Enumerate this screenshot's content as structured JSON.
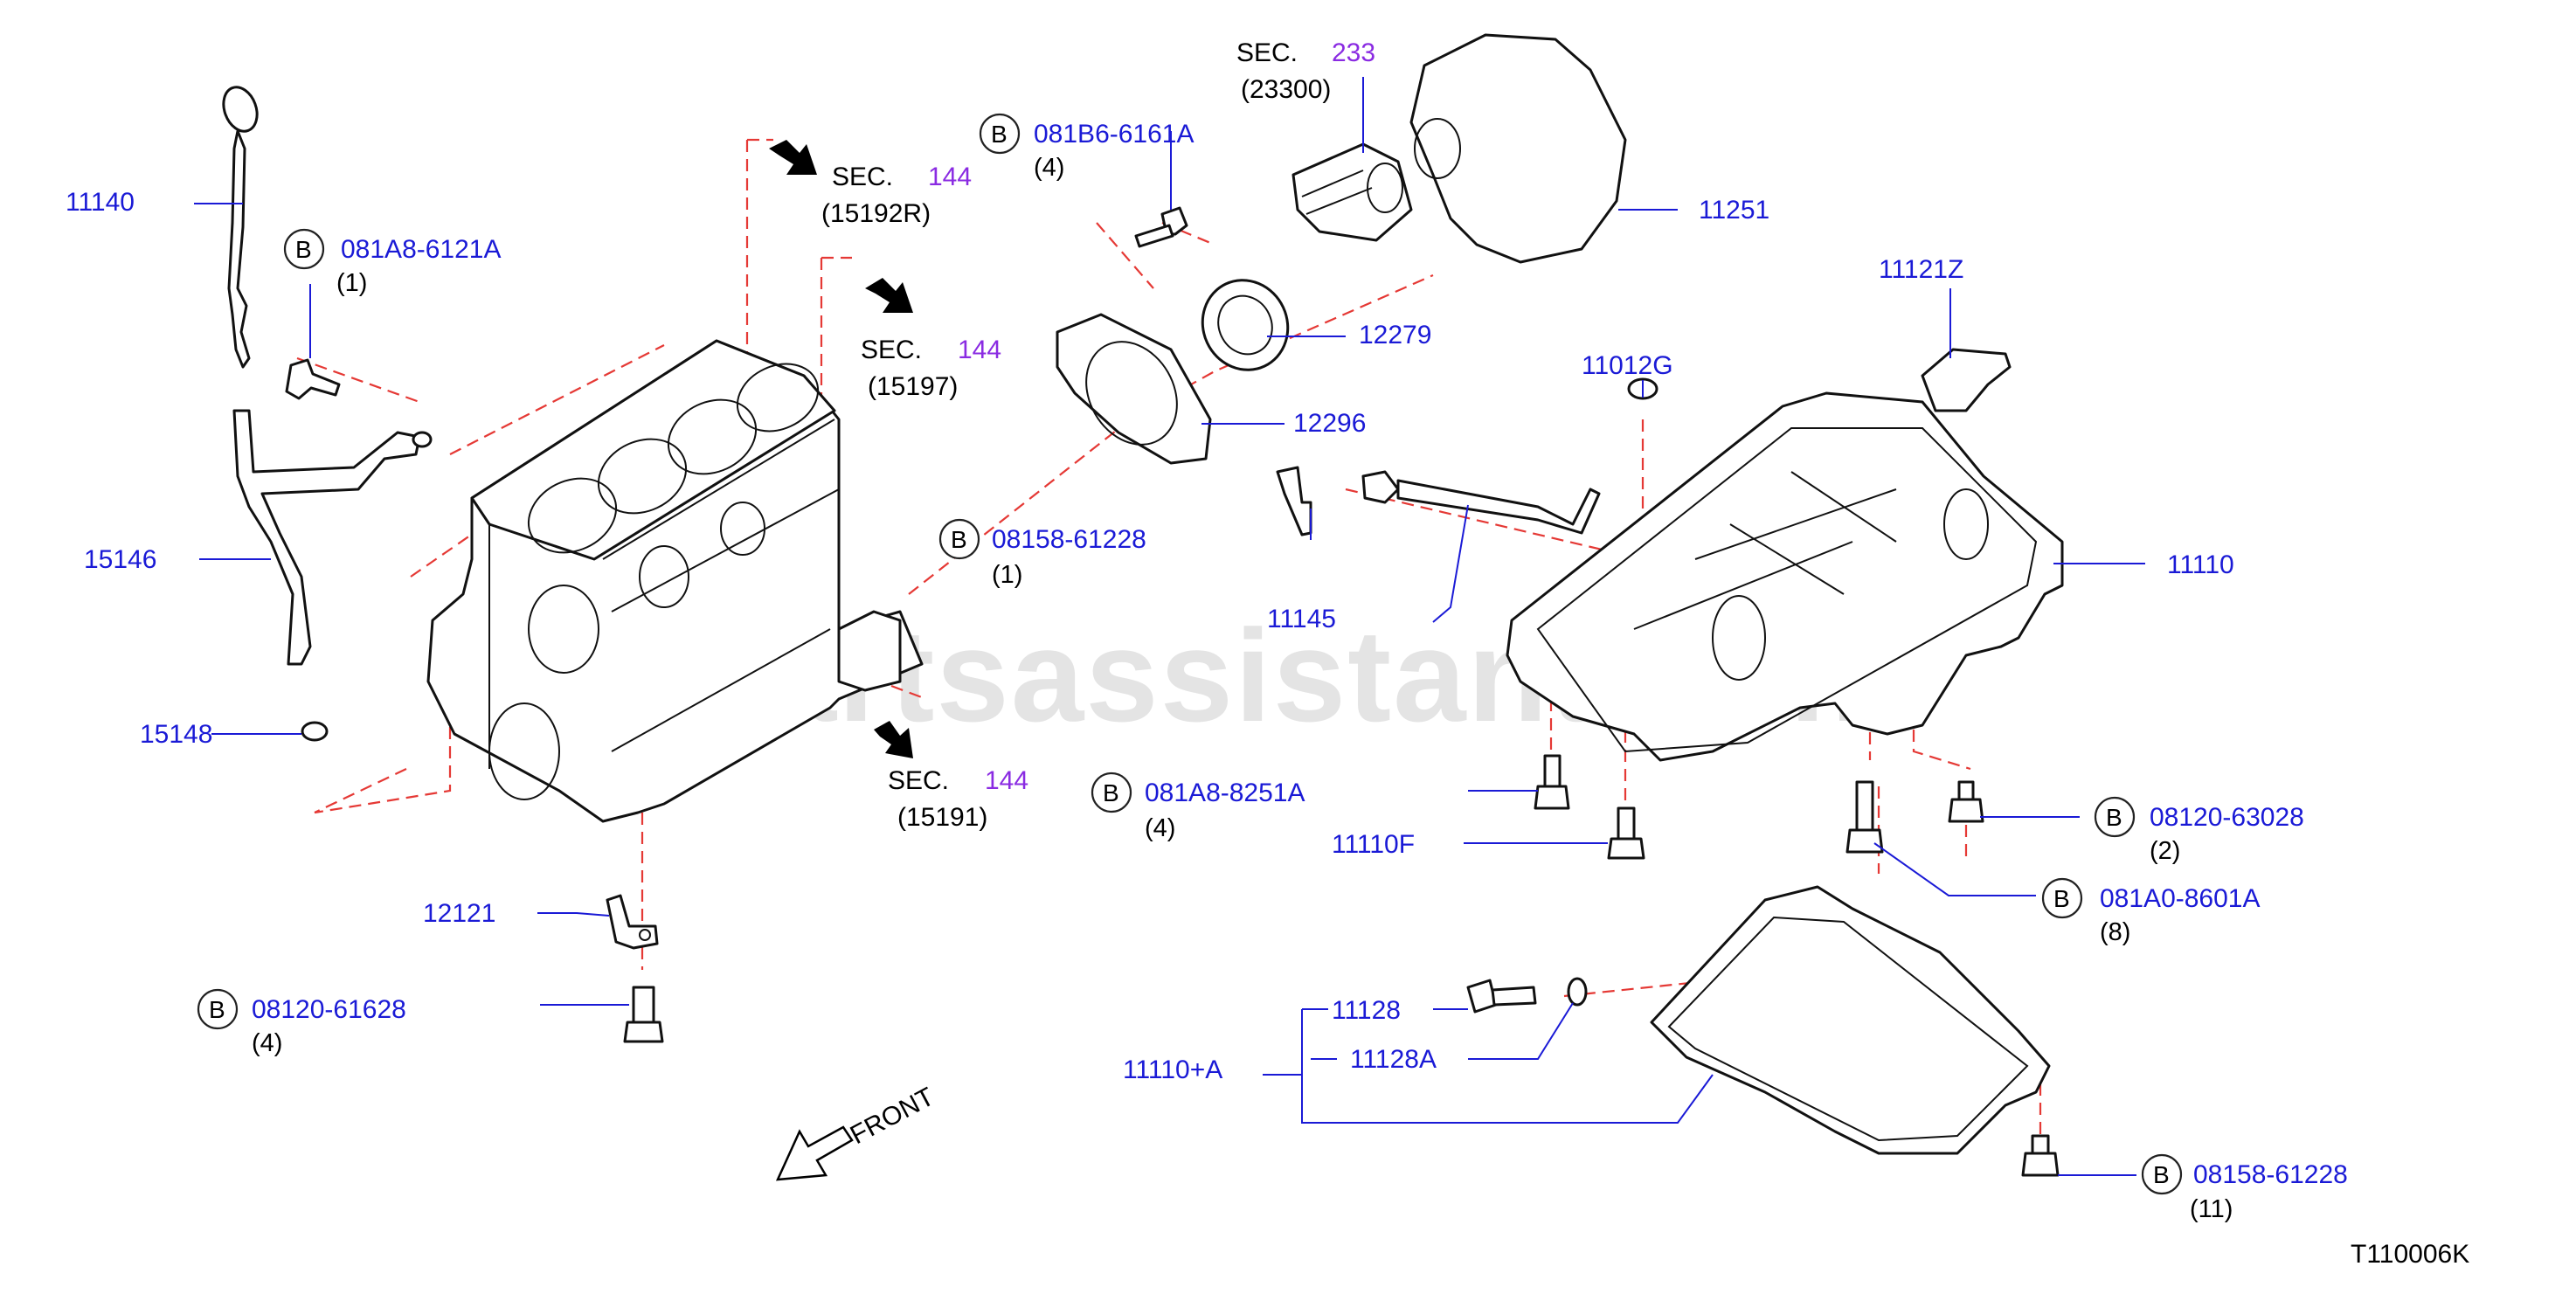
{
  "parts": {
    "p11140": "11140",
    "p15146": "15146",
    "p15148": "15148",
    "p12121": "12121",
    "p11145": "11145",
    "p12296": "12296",
    "p12279": "12279",
    "p11251": "11251",
    "p11121Z": "11121Z",
    "p11012G": "11012G",
    "p11110": "11110",
    "p11110F": "11110F",
    "p11128": "11128",
    "p11128A": "11128A",
    "p11110A": "11110+A"
  },
  "bolts": {
    "b081A8_6121A": {
      "marker": "B",
      "number": "081A8-6121A",
      "qty": "(1)"
    },
    "b081B6_6161A": {
      "marker": "B",
      "number": "081B6-6161A",
      "qty": "(4)"
    },
    "b08158_61228a": {
      "marker": "B",
      "number": "08158-61228",
      "qty": "(1)"
    },
    "b081A8_8251A": {
      "marker": "B",
      "number": "081A8-8251A",
      "qty": "(4)"
    },
    "b08120_61628": {
      "marker": "B",
      "number": "08120-61628",
      "qty": "(4)"
    },
    "b08120_63028": {
      "marker": "B",
      "number": "08120-63028",
      "qty": "(2)"
    },
    "b081A0_8601A": {
      "marker": "B",
      "number": "081A0-8601A",
      "qty": "(8)"
    },
    "b08158_61228b": {
      "marker": "B",
      "number": "08158-61228",
      "qty": "(11)"
    }
  },
  "sections": {
    "s233": {
      "prefix": "SEC.",
      "number": "233",
      "ref": "(23300)"
    },
    "s144a": {
      "prefix": "SEC.",
      "number": "144",
      "ref": "(15192R)"
    },
    "s144b": {
      "prefix": "SEC.",
      "number": "144",
      "ref": "(15197)"
    },
    "s144c": {
      "prefix": "SEC.",
      "number": "144",
      "ref": "(15191)"
    }
  },
  "front_label": "FRONT",
  "diagram_code": "T110006K",
  "watermark": "partsassistant.com",
  "colors": {
    "part_number": "#1a1ad6",
    "section_number": "#8a2be2",
    "leader": "#1a1ad6",
    "dash": "#e53935"
  }
}
